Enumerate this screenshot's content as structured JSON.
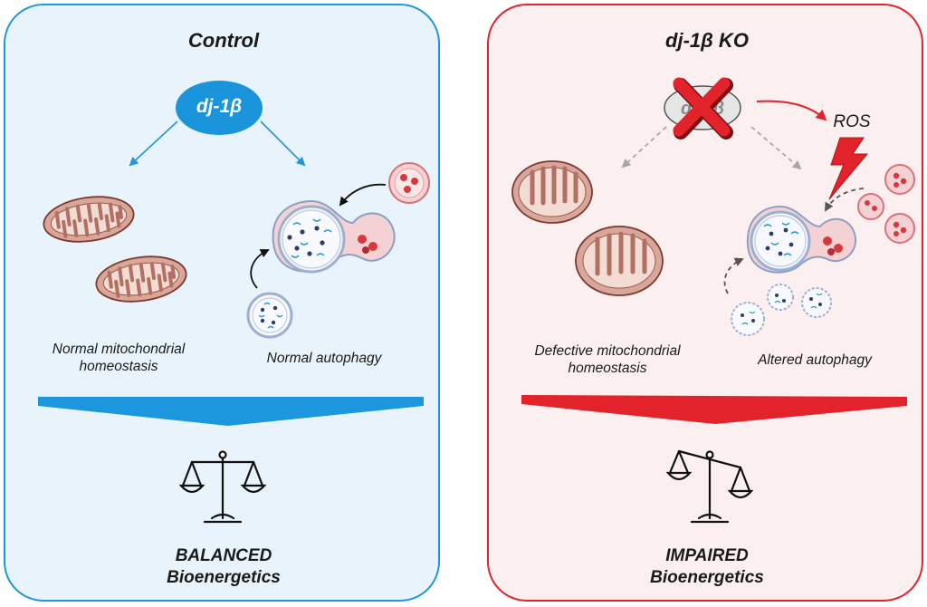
{
  "control": {
    "title": "Control",
    "gene_label": "dj-1β",
    "mito_caption": [
      "Normal mitochondrial",
      "homeostasis"
    ],
    "autophagy_caption": "Normal autophagy",
    "outcome": [
      "BALANCED",
      "Bioenergetics"
    ],
    "accent_color": "#1f97d8"
  },
  "ko": {
    "title": "dj-1β KO",
    "ros_label": "ROS",
    "mito_caption": [
      "Defective mitochondrial",
      "homeostasis"
    ],
    "autophagy_caption": "Altered autophagy",
    "outcome": [
      "IMPAIRED",
      "Bioenergetics"
    ],
    "accent_color": "#e3232b"
  }
}
